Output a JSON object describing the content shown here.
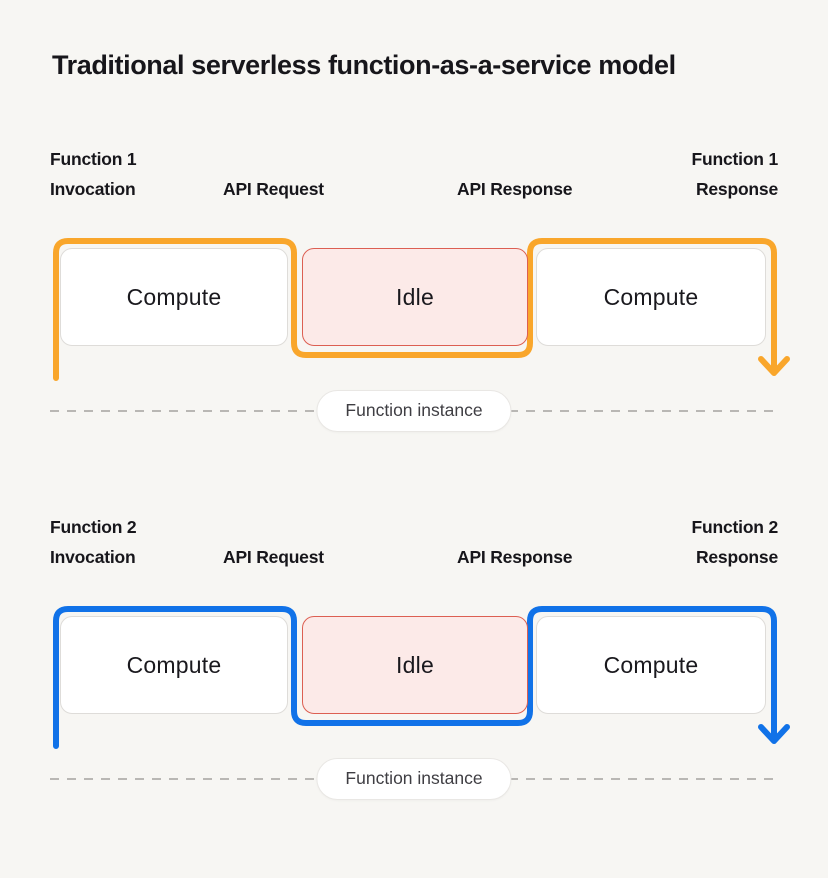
{
  "title": "Traditional serverless function-as-a-service model",
  "colors": {
    "background": "#F7F6F3",
    "heading_text": "#17161B",
    "function1_accent": "#F9A62B",
    "function2_accent": "#1172E8",
    "idle_fill": "#FCEAE8",
    "idle_border": "#DC5F52",
    "compute_fill": "#FFFFFF",
    "compute_border": "#DEDCD9",
    "dashed_line": "#B9B7B4"
  },
  "sections": [
    {
      "id": "function-1",
      "accent": "#F9A62B",
      "labels": {
        "invocation_line1": "Function 1",
        "invocation_line2": "Invocation",
        "api_request": "API Request",
        "api_response": "API Response",
        "response_line1": "Function 1",
        "response_line2": "Response"
      },
      "boxes": [
        {
          "label": "Compute"
        },
        {
          "label": "Idle"
        },
        {
          "label": "Compute"
        }
      ],
      "instance_label": "Function instance"
    },
    {
      "id": "function-2",
      "accent": "#1172E8",
      "labels": {
        "invocation_line1": "Function 2",
        "invocation_line2": "Invocation",
        "api_request": "API Request",
        "api_response": "API Response",
        "response_line1": "Function 2",
        "response_line2": "Response"
      },
      "boxes": [
        {
          "label": "Compute"
        },
        {
          "label": "Idle"
        },
        {
          "label": "Compute"
        }
      ],
      "instance_label": "Function instance"
    }
  ]
}
